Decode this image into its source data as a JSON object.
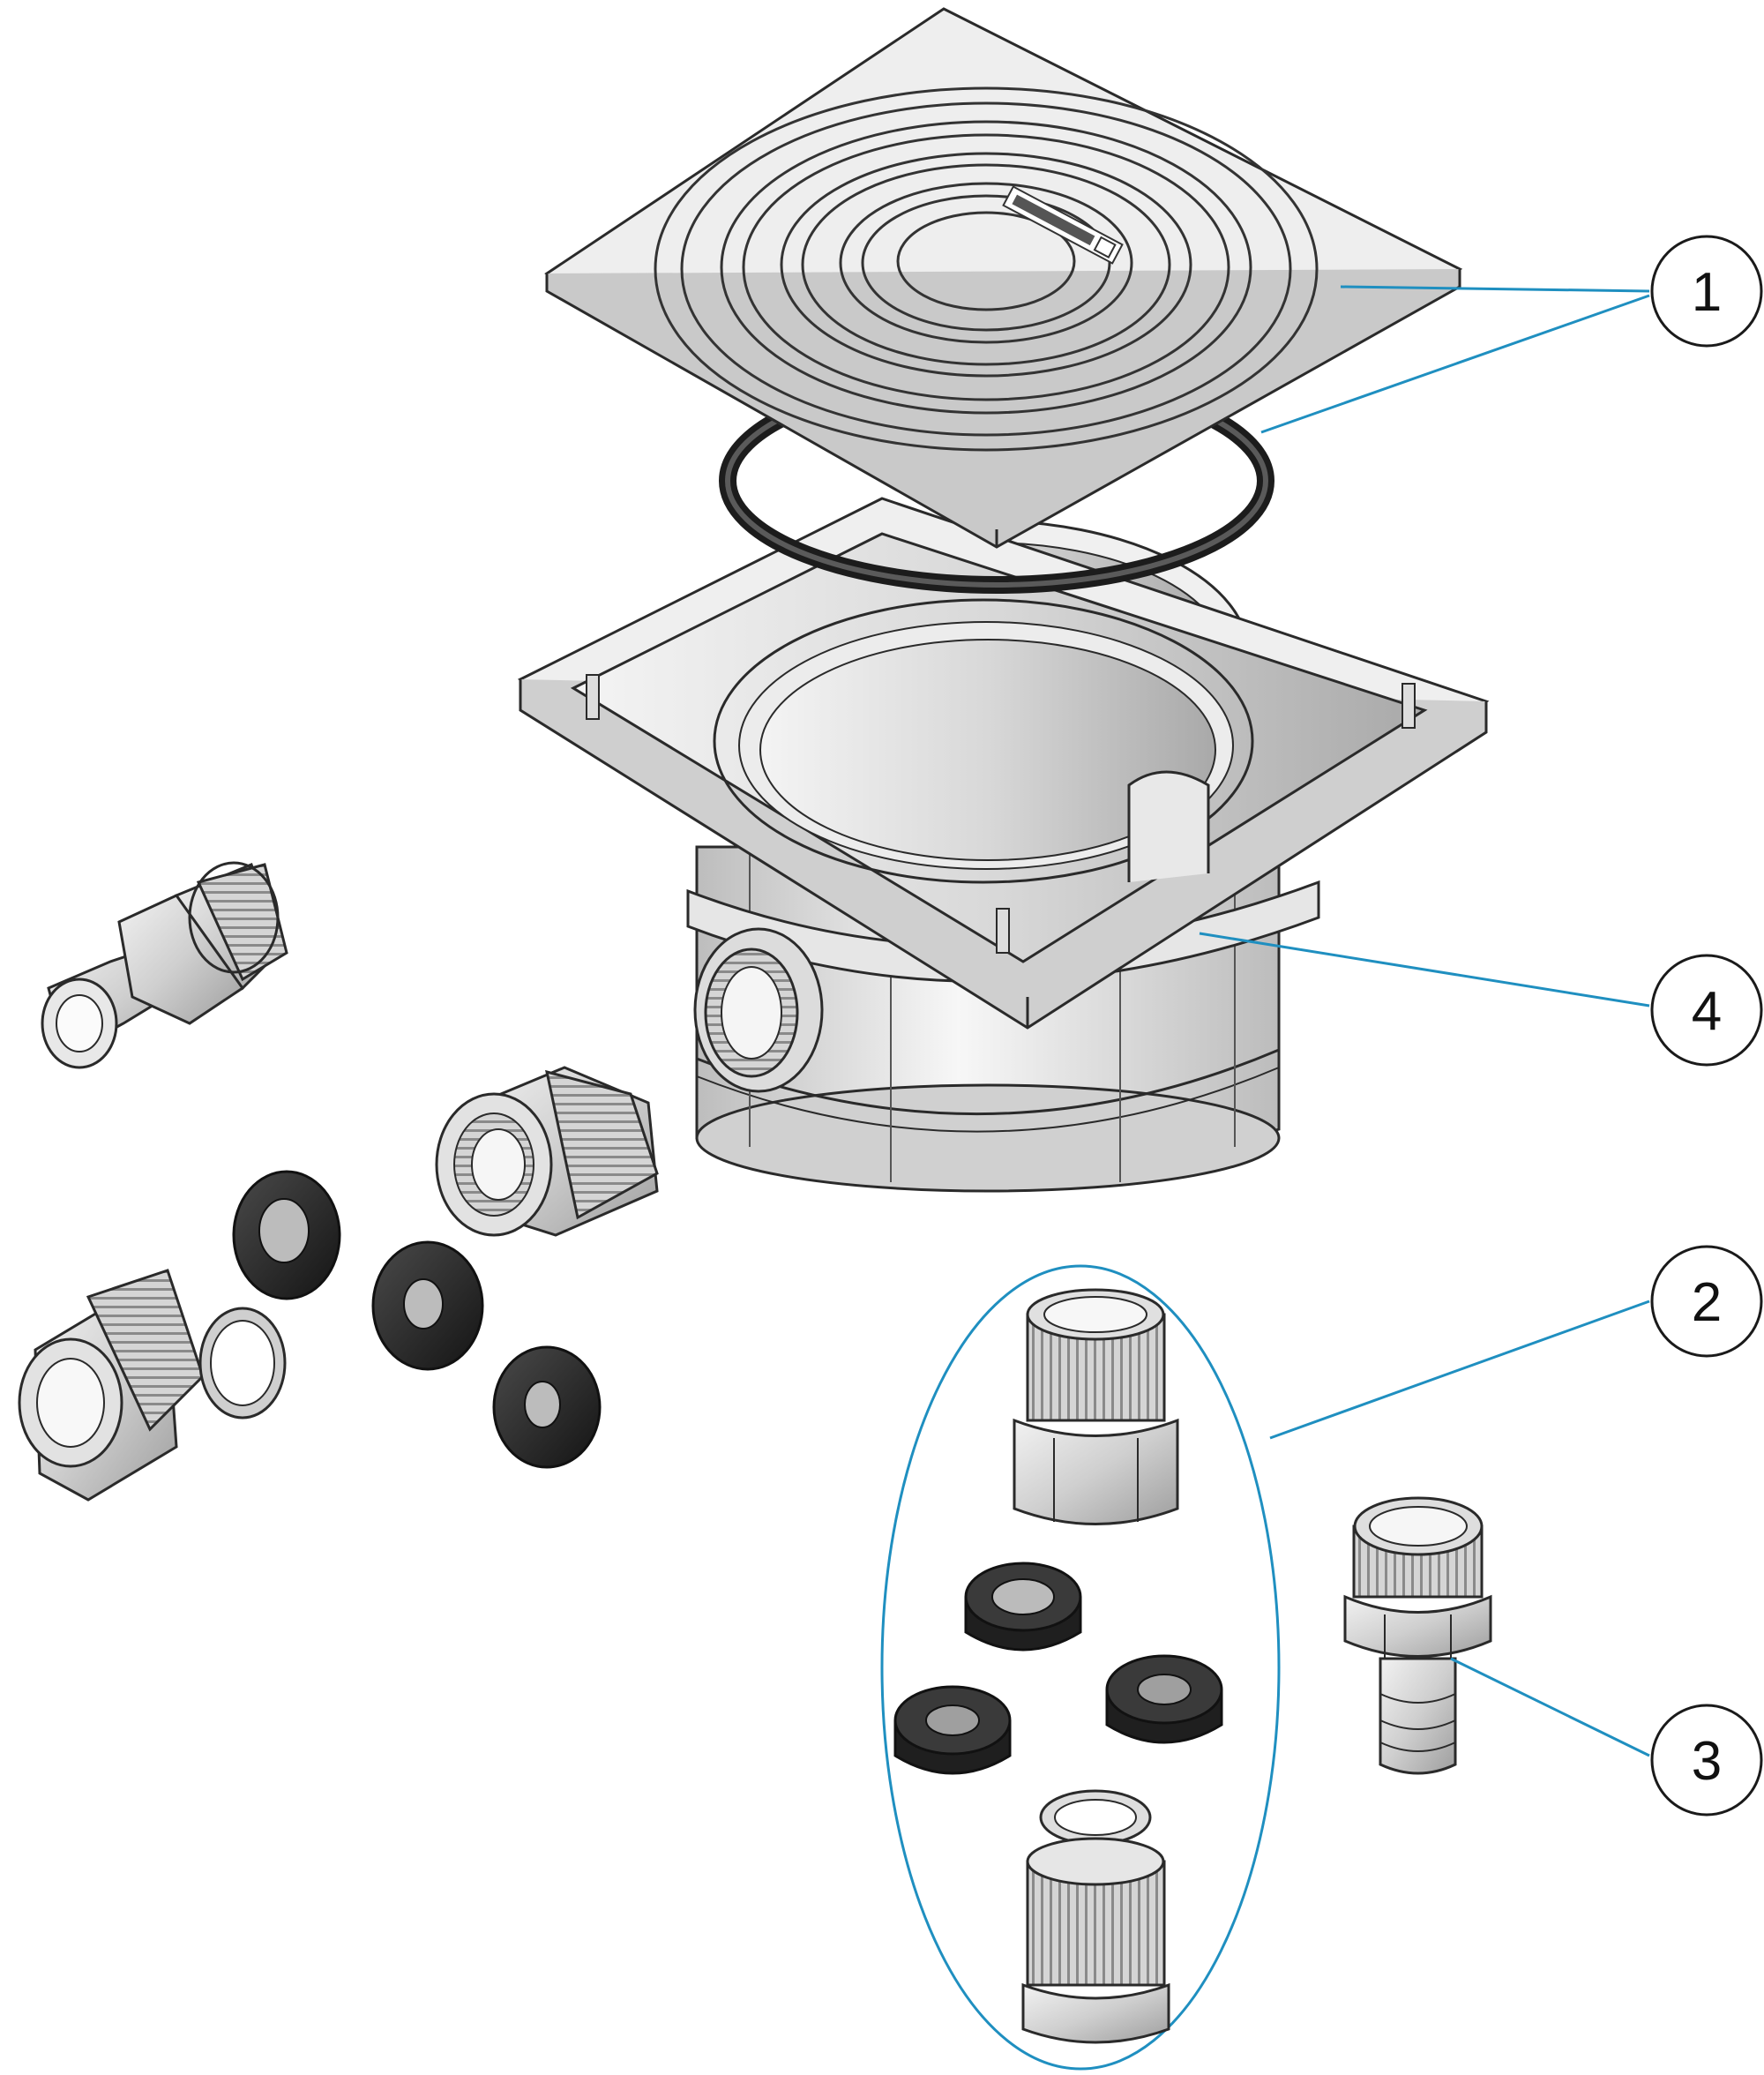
{
  "callouts": [
    {
      "number": "1"
    },
    {
      "number": "2"
    },
    {
      "number": "3"
    },
    {
      "number": "4"
    }
  ],
  "colors": {
    "leader": "#1f8fc0",
    "outline": "#2a2a2a",
    "part_light": "#eeeeee",
    "part_mid": "#c9c9c9",
    "gasket": "#2b2b2b"
  }
}
